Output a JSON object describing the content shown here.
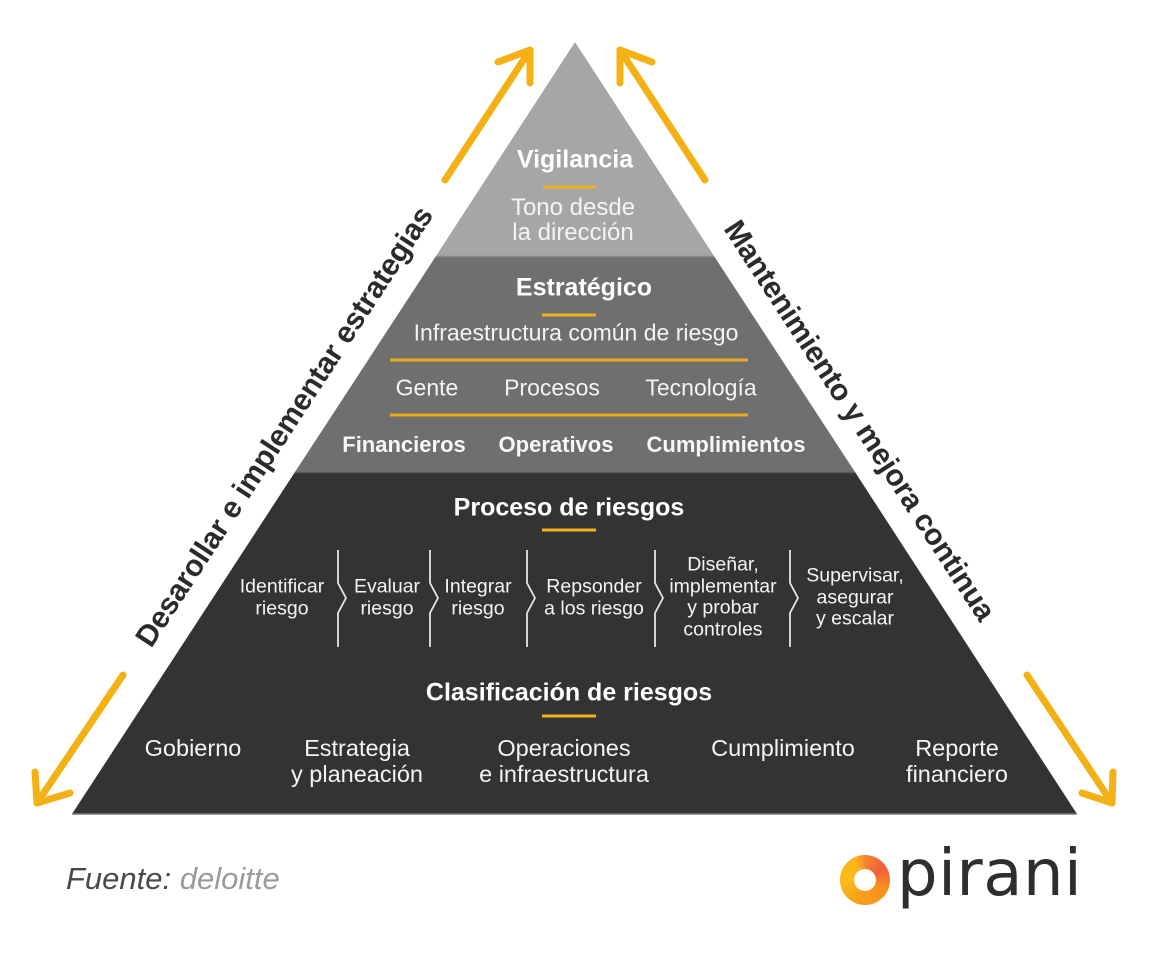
{
  "pyramid": {
    "top": {
      "title": "Vigilancia",
      "lines": [
        "Tono desde",
        "la dirección"
      ]
    },
    "middle": {
      "title": "Estratégico",
      "subtitle": "Infraestructura común de riesgo",
      "row1": [
        "Gente",
        "Procesos",
        "Tecnología"
      ],
      "row2": [
        "Financieros",
        "Operativos",
        "Cumplimientos"
      ]
    },
    "bottom": {
      "process_title": "Proceso de riesgos",
      "steps": [
        {
          "lines": [
            "Identificar",
            "riesgo"
          ]
        },
        {
          "lines": [
            "Evaluar",
            "riesgo"
          ]
        },
        {
          "lines": [
            "Integrar",
            "riesgo"
          ]
        },
        {
          "lines": [
            "Repsonder",
            "a los riesgo"
          ]
        },
        {
          "lines": [
            "Diseñar,",
            "implementar",
            "y probar",
            "controles"
          ]
        },
        {
          "lines": [
            "Supervisar,",
            "asegurar",
            "y escalar"
          ]
        }
      ],
      "classification_title": "Clasificación de riesgos",
      "categories": [
        {
          "lines": [
            "Gobierno"
          ]
        },
        {
          "lines": [
            "Estrategia",
            "y planeación"
          ]
        },
        {
          "lines": [
            "Operaciones",
            "e infraestructura"
          ]
        },
        {
          "lines": [
            "Cumplimiento"
          ]
        },
        {
          "lines": [
            "Reporte",
            "financiero"
          ]
        }
      ]
    }
  },
  "sides": {
    "left": "Desarollar e implementar estrategias",
    "right": "Mantenimiento y mejora continua"
  },
  "footer": {
    "source_label": "Fuente:",
    "source_value": "deloitte",
    "logo_text": "pirani"
  },
  "colors": {
    "top_layer": "#a6a6a6",
    "middle_layer": "#6f6f6f",
    "bottom_layer": "#333333",
    "accent": "#f2b01b",
    "arrow": "#f4b116"
  }
}
